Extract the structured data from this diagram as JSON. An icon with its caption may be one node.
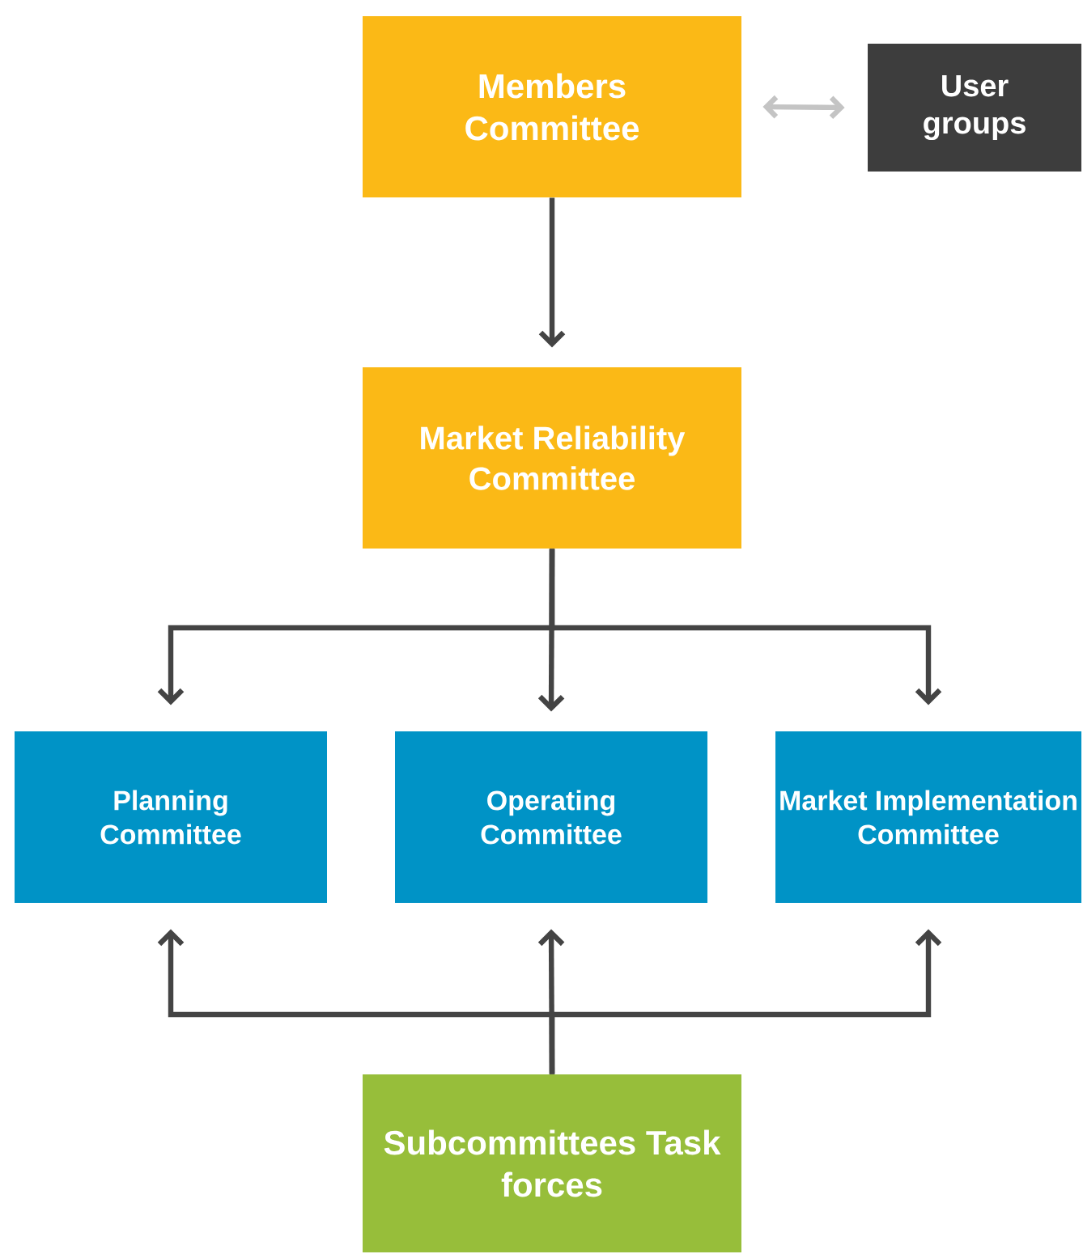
{
  "diagram": {
    "nodes": [
      {
        "text": [
          "Members Committee"
        ]
      },
      {
        "text": [
          "User groups"
        ]
      },
      {
        "text": [
          "Market Reliability Committee"
        ]
      },
      {
        "text": [
          "Planning Committee"
        ]
      },
      {
        "text": [
          "Operating Committee"
        ]
      },
      {
        "text": [
          "Market Implementation Committee"
        ]
      },
      {
        "text": [
          "Subcommittees Task forces"
        ]
      }
    ],
    "edges": [
      {
        "from": 0,
        "to": 1,
        "arrow": "both",
        "color": "#c4c4c4"
      },
      {
        "from": 0,
        "to": 2,
        "arrow": "to"
      },
      {
        "from": 2,
        "to": 3,
        "arrow": "to"
      },
      {
        "from": 2,
        "to": 4,
        "arrow": "to"
      },
      {
        "from": 2,
        "to": 5,
        "arrow": "to"
      },
      {
        "from": 6,
        "to": 3,
        "arrow": "to"
      },
      {
        "from": 6,
        "to": 4,
        "arrow": "to"
      },
      {
        "from": 6,
        "to": 5,
        "arrow": "to"
      }
    ]
  }
}
